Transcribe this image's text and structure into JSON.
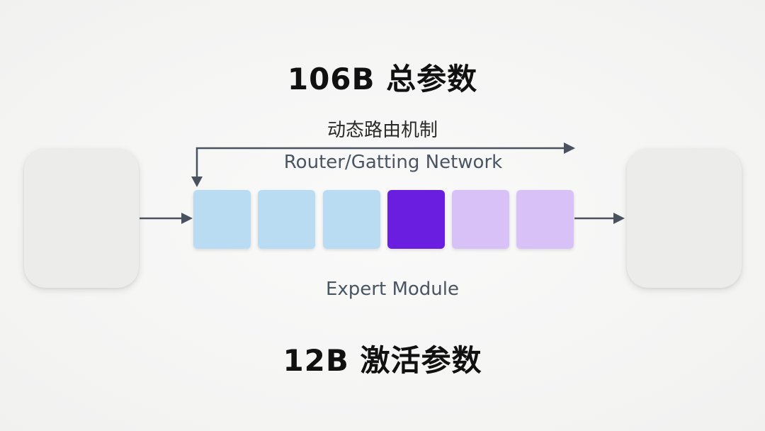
{
  "diagram": {
    "total_params_title": "106B 总参数",
    "active_params_title": "12B 激活参数",
    "routing_label": "动态路由机制",
    "router_label": "Router/Gatting Network",
    "expert_label": "Expert Module"
  },
  "experts": [
    {
      "color": "#b9dcf3"
    },
    {
      "color": "#b9dcf3"
    },
    {
      "color": "#b9dcf3"
    },
    {
      "color": "#6a1fe0"
    },
    {
      "color": "#d7c1f7"
    },
    {
      "color": "#d7c1f7"
    }
  ],
  "colors": {
    "arrow": "#4a5260",
    "side_box": "#ececeb"
  }
}
